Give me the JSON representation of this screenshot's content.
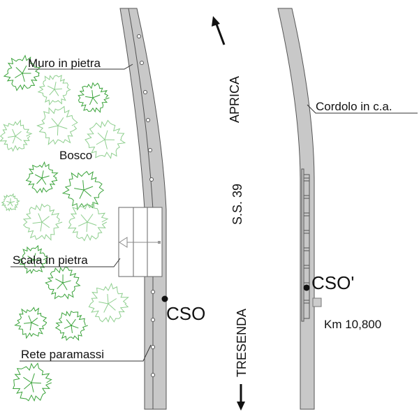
{
  "labels": {
    "muro": "Muro in pietra",
    "bosco": "Bosco",
    "scala": "Scala in pietra",
    "rete": "Rete paramassi",
    "cso": "CSO",
    "aprica": "APRICA",
    "ss": "S.S. 39",
    "tresenda": "TRESENDA",
    "cordolo": "Cordolo in c.a.",
    "cso_prime": "CSO'",
    "km": "Km 10,800"
  },
  "colors": {
    "road": "#c8c8c8",
    "tree": "#3aa33a",
    "tree_light": "#8fcf8f",
    "line": "#555555"
  }
}
